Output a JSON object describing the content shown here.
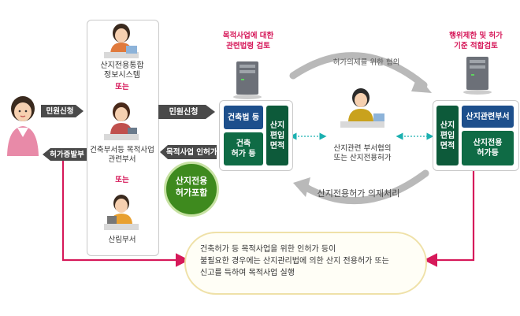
{
  "left": {
    "apply_label": "민원신청",
    "permit_label": "허가증발부"
  },
  "panel_left": {
    "system_label": "산지전용통합\n정보시스템",
    "or1": "또는",
    "dept_label": "건축부서등 목적사업\n관련부서",
    "or2": "또는",
    "forest_label": "산림부서"
  },
  "mid_arrows": {
    "apply2": "민원신청",
    "permit2": "목적사업 인허가"
  },
  "circle_label": "산지전용\n허가포함",
  "header_review": "목적사업에 대한\n관련법령 검토",
  "panel_review": {
    "blue_box": "건축법 등",
    "green_box": "건축\n허가 등",
    "dark_box": "산지\n편입\n면적"
  },
  "consult_label": "허가의제를 위한 협의",
  "center_person_label": "산지관련 부서협의\n또는 산지전용허가",
  "deemed_label": "산지전용허가 의제처리",
  "header_right": "행위제한 및 허가\n기준 적합검토",
  "panel_right": {
    "dark_box": "산지\n편입\n면적",
    "blue_box": "산지관련부서",
    "green_box": "산지전용\n허가등"
  },
  "bottom_note": "건축허가 등 목적사업을 위한 인허가 등이\n불필요한 경우에는 산지관리법에 의한 산지 전용허가 또는\n신고를 득하여 목적사업 실행"
}
